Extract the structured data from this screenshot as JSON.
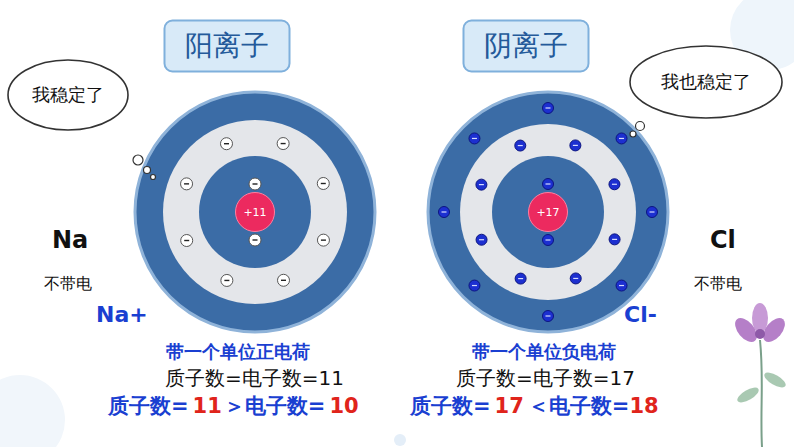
{
  "diagram": {
    "nodes": [
      {
        "text": [
          "阳离子"
        ]
      },
      {
        "text": [
          "我稳定了"
        ]
      },
      {
        "text": [
          "+11"
        ]
      },
      {
        "text": [
          "阴离子"
        ]
      },
      {
        "text": [
          "我也稳定了"
        ]
      },
      {
        "text": [
          "+17"
        ]
      }
    ],
    "labels": [
      "Na",
      "不带电",
      "Na+",
      "带一个单位正电荷",
      "质子数=电子数=11",
      "质子数=",
      "11",
      "＞电子数=",
      "10",
      "Cl",
      "不带电",
      "Cl-",
      "带一个单位负电荷",
      "质子数=电子数=17",
      "质子数=",
      "17",
      "＜电子数=",
      "18"
    ]
  }
}
